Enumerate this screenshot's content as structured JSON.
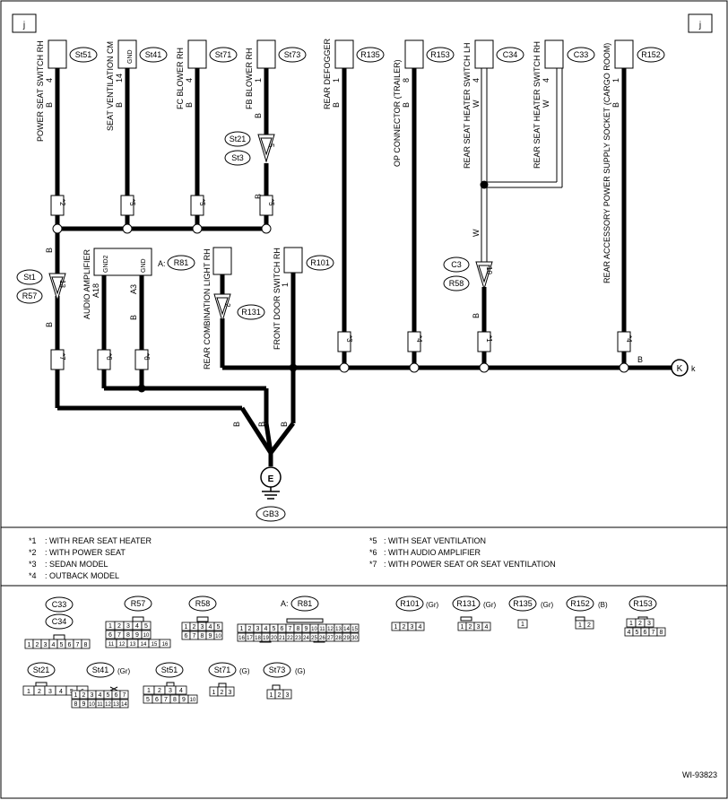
{
  "frame": {
    "left_tag": "j",
    "right_tag": "j",
    "right_terminal": "K",
    "right_terminal_label": "k",
    "ref_code": "WI-93823"
  },
  "top_connectors": [
    {
      "id": "St51",
      "name": "POWER SEAT SWITCH RH",
      "pin": "4",
      "wire": "B"
    },
    {
      "id": "St41",
      "name": "SEAT VENTILATION CM",
      "pin": "14",
      "wire": "B",
      "pin_label": "GND"
    },
    {
      "id": "St71",
      "name": "FC BLOWER RH",
      "pin": "4",
      "wire": "B"
    },
    {
      "id": "St73",
      "name": "FB BLOWER RH",
      "pin": "1",
      "wire": "B"
    },
    {
      "id": "R135",
      "name": "REAR DEFOGGER",
      "pin": "1",
      "wire": "B"
    },
    {
      "id": "R153",
      "name": "OP CONNECTOR (TRAILER)",
      "pin": "8",
      "wire": "B"
    },
    {
      "id": "C34",
      "name": "REAR SEAT HEATER SWITCH LH",
      "pin": "4",
      "wire": "W"
    },
    {
      "id": "C33",
      "name": "REAR SEAT HEATER SWITCH RH",
      "pin": "4",
      "wire": "W"
    },
    {
      "id": "R152",
      "name": "REAR ACCESSORY POWER SUPPLY SOCKET (CARGO ROOM)",
      "pin": "1",
      "wire": "B"
    }
  ],
  "splices": {
    "st73_pair": [
      "St21",
      "St3"
    ],
    "st73_pin": "5",
    "st1_pair": [
      "St1",
      "R57"
    ],
    "st1_pin": "13",
    "r131": "R131",
    "r131_pin": "2",
    "c3_pair": [
      "C3",
      "R58"
    ],
    "c3_pin": "10"
  },
  "mid_connectors": {
    "amp_id": "R81",
    "amp_prefix": "A:",
    "amp_name": "AUDIO AMPLIFIER",
    "amp_pins": [
      "A18",
      "A3"
    ],
    "amp_pin_labels": [
      "GND2",
      "GND"
    ],
    "rear_combo_name": "REAR COMBINATION LIGHT RH",
    "front_door_id": "R101",
    "front_door_name": "FRONT DOOR SWITCH RH",
    "front_door_pin": "1"
  },
  "wire_colors": {
    "b": "B",
    "w": "W"
  },
  "marks": {
    "m1": "*1",
    "m2": "*2",
    "m3": "*3",
    "m4": "*4",
    "m5": "*5",
    "m6": "*6",
    "m7": "*7"
  },
  "ground": {
    "symbol": "E",
    "id": "GB3"
  },
  "notes_left": [
    {
      "mark": "*1",
      "text": ": WITH REAR SEAT HEATER"
    },
    {
      "mark": "*2",
      "text": ": WITH POWER SEAT"
    },
    {
      "mark": "*3",
      "text": ": SEDAN MODEL"
    },
    {
      "mark": "*4",
      "text": ": OUTBACK MODEL"
    }
  ],
  "notes_right": [
    {
      "mark": "*5",
      "text": ": WITH SEAT VENTILATION"
    },
    {
      "mark": "*6",
      "text": ": WITH AUDIO AMPLIFIER"
    },
    {
      "mark": "*7",
      "text": ": WITH POWER SEAT OR SEAT VENTILATION"
    }
  ],
  "connector_views": {
    "c33": "C33",
    "c34": "C34",
    "r57": "R57",
    "r58": "R58",
    "r81": "R81",
    "r81_prefix": "A:",
    "r101": "R101",
    "r101_color": "(Gr)",
    "r131": "R131",
    "r131_color": "(Gr)",
    "r135": "R135",
    "r135_color": "(Gr)",
    "r152": "R152",
    "r152_color": "(B)",
    "r153": "R153",
    "st21": "St21",
    "st41": "St41",
    "st41_color": "(Gr)",
    "st51": "St51",
    "st71": "St71",
    "st71_color": "(G)",
    "st73": "St73",
    "st73_color": "(G)"
  },
  "pin_numbers": {
    "c33": [
      "1",
      "2",
      "3",
      "4",
      "5",
      "6",
      "7",
      "8"
    ],
    "r57a": [
      "1",
      "2",
      "3",
      "4",
      "5"
    ],
    "r57b": [
      "6",
      "7",
      "8",
      "9",
      "10"
    ],
    "r57c": [
      "11",
      "12",
      "13",
      "14",
      "15",
      "16"
    ],
    "r58a": [
      "1",
      "2",
      "3",
      "4",
      "5"
    ],
    "r58b": [
      "6",
      "7",
      "8",
      "9",
      "10"
    ],
    "r81a": [
      "1",
      "2",
      "3",
      "4",
      "5",
      "6",
      "7",
      "8",
      "9",
      "10",
      "11",
      "12",
      "13",
      "14",
      "15"
    ],
    "r81b": [
      "16",
      "17",
      "18",
      "19",
      "20",
      "21",
      "22",
      "23",
      "24",
      "25",
      "26",
      "27",
      "28",
      "29",
      "30"
    ],
    "r101": [
      "1",
      "2",
      "3",
      "4"
    ],
    "r131": [
      "1",
      "2",
      "3",
      "4"
    ],
    "r135": [
      "1"
    ],
    "r152": [
      "1",
      "2"
    ],
    "r153a": [
      "1",
      "2",
      "3"
    ],
    "r153b": [
      "4",
      "5",
      "6",
      "7",
      "8"
    ],
    "st21": [
      "1",
      "2",
      "3",
      "4",
      "5",
      "6"
    ],
    "st41a": [
      "1",
      "2",
      "3",
      "4",
      "5",
      "6",
      "7"
    ],
    "st41b": [
      "8",
      "9",
      "10",
      "11",
      "12",
      "13",
      "14"
    ],
    "st51a": [
      "1",
      "2",
      "3",
      "4"
    ],
    "st51b": [
      "5",
      "6",
      "7",
      "8",
      "9",
      "10"
    ],
    "st71": [
      "1",
      "2",
      "3"
    ],
    "st73": [
      "1",
      "2",
      "3"
    ]
  }
}
